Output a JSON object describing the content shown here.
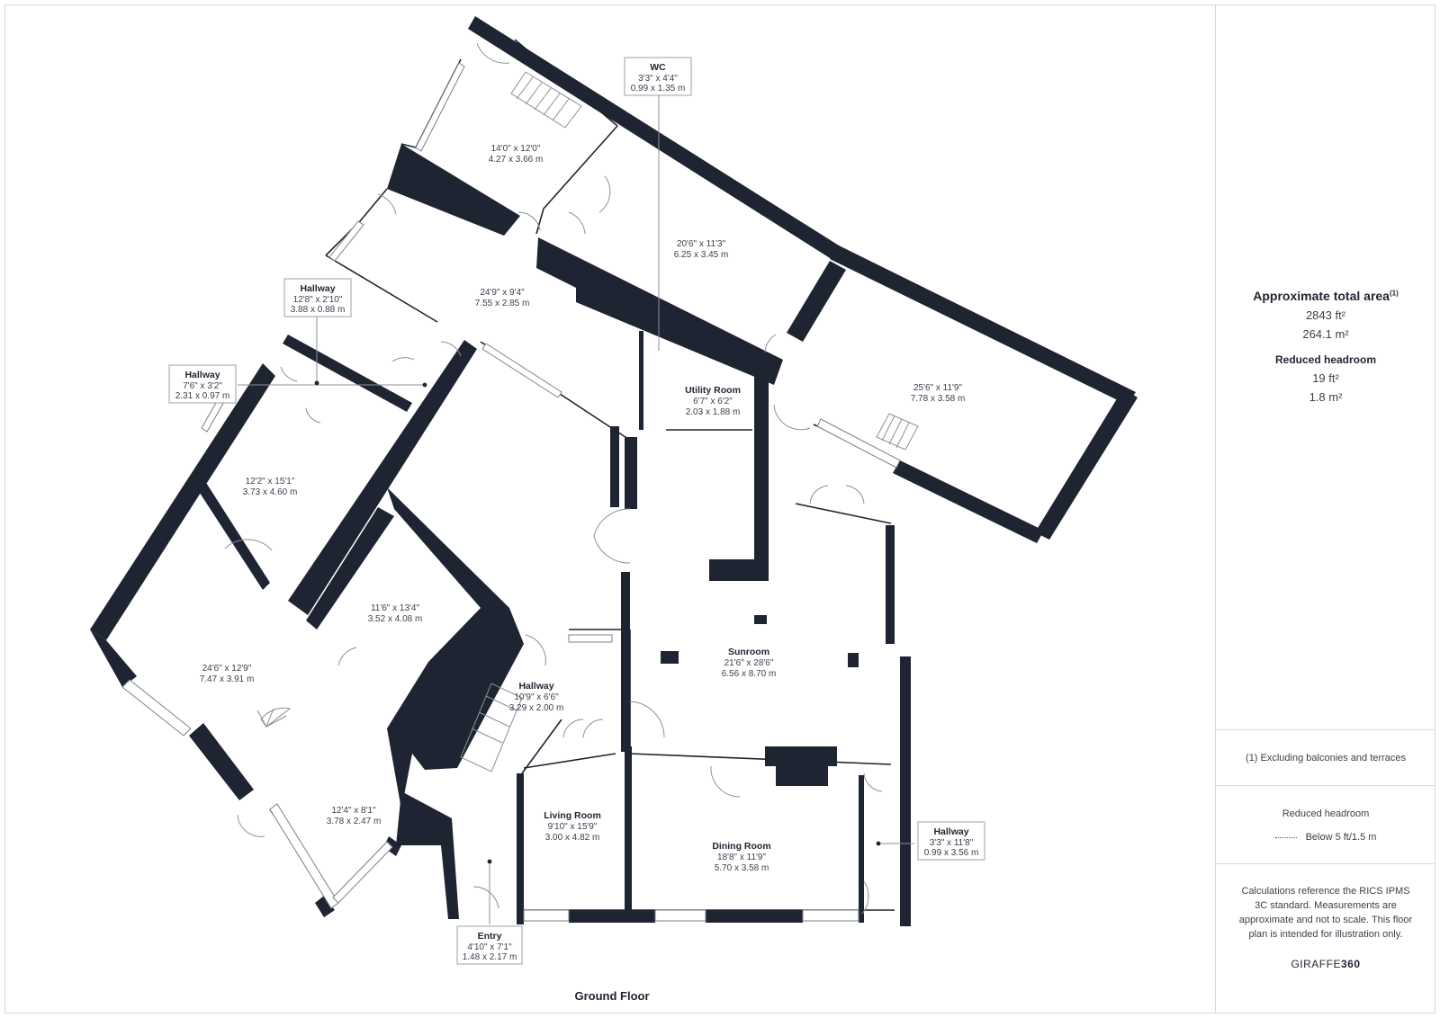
{
  "floor": {
    "title": "Ground Floor"
  },
  "rooms": {
    "wc": {
      "name": "WC",
      "imperial": "3'3\" x 4'4\"",
      "metric": "0.99 x 1.35 m"
    },
    "bed_top": {
      "imperial": "14'0\" x 12'0\"",
      "metric": "4.27 x 3.66 m"
    },
    "room_206": {
      "imperial": "20'6\" x 11'3\"",
      "metric": "6.25 x 3.45 m"
    },
    "room_249": {
      "imperial": "24'9\" x 9'4\"",
      "metric": "7.55 x 2.85 m"
    },
    "hallway_a": {
      "name": "Hallway",
      "imperial": "12'8\" x 2'10\"",
      "metric": "3.88 x 0.88 m"
    },
    "hallway_b": {
      "name": "Hallway",
      "imperial": "7'6\" x 3'2\"",
      "metric": "2.31 x 0.97 m"
    },
    "room_256": {
      "imperial": "25'6\" x 11'9\"",
      "metric": "7.78 x 3.58 m"
    },
    "utility": {
      "name": "Utility Room",
      "imperial": "6'7\" x 6'2\"",
      "metric": "2.03 x 1.88 m"
    },
    "room_122": {
      "imperial": "12'2\" x 15'1\"",
      "metric": "3.73 x 4.60 m"
    },
    "room_116": {
      "imperial": "11'6\" x 13'4\"",
      "metric": "3.52 x 4.08 m"
    },
    "room_246": {
      "imperial": "24'6\" x 12'9\"",
      "metric": "7.47 x 3.91 m"
    },
    "sunroom": {
      "name": "Sunroom",
      "imperial": "21'6\" x 28'6\"",
      "metric": "6.56 x 8.70 m"
    },
    "hallway_c": {
      "name": "Hallway",
      "imperial": "10'9\" x 6'6\"",
      "metric": "3.29 x 2.00 m"
    },
    "room_124": {
      "imperial": "12'4\" x 8'1\"",
      "metric": "3.78 x 2.47 m"
    },
    "living": {
      "name": "Living Room",
      "imperial": "9'10\" x 15'9\"",
      "metric": "3.00 x 4.82 m"
    },
    "dining": {
      "name": "Dining Room",
      "imperial": "18'8\" x 11'9\"",
      "metric": "5.70 x 3.58 m"
    },
    "hallway_d": {
      "name": "Hallway",
      "imperial": "3'3\" x 11'8\"",
      "metric": "0.99 x 3.56 m"
    },
    "entry": {
      "name": "Entry",
      "imperial": "4'10\" x 7'1\"",
      "metric": "1.48 x 2.17 m"
    }
  },
  "sidebar": {
    "area_title": "Approximate total area",
    "area_note_mark": "(1)",
    "area_ft": "2843 ft²",
    "area_m": "264.1 m²",
    "headroom_title": "Reduced headroom",
    "headroom_ft": "19 ft²",
    "headroom_m": "1.8 m²",
    "footnote": "(1) Excluding balconies and terraces",
    "legend_title": "Reduced headroom",
    "legend_item": "Below 5 ft/1.5 m",
    "calc_note": "Calculations reference the RICS IPMS 3C standard. Measurements are approximate and not to scale. This floor plan is intended for illustration only.",
    "brand_a": "GIRAFFE",
    "brand_b": "360"
  }
}
